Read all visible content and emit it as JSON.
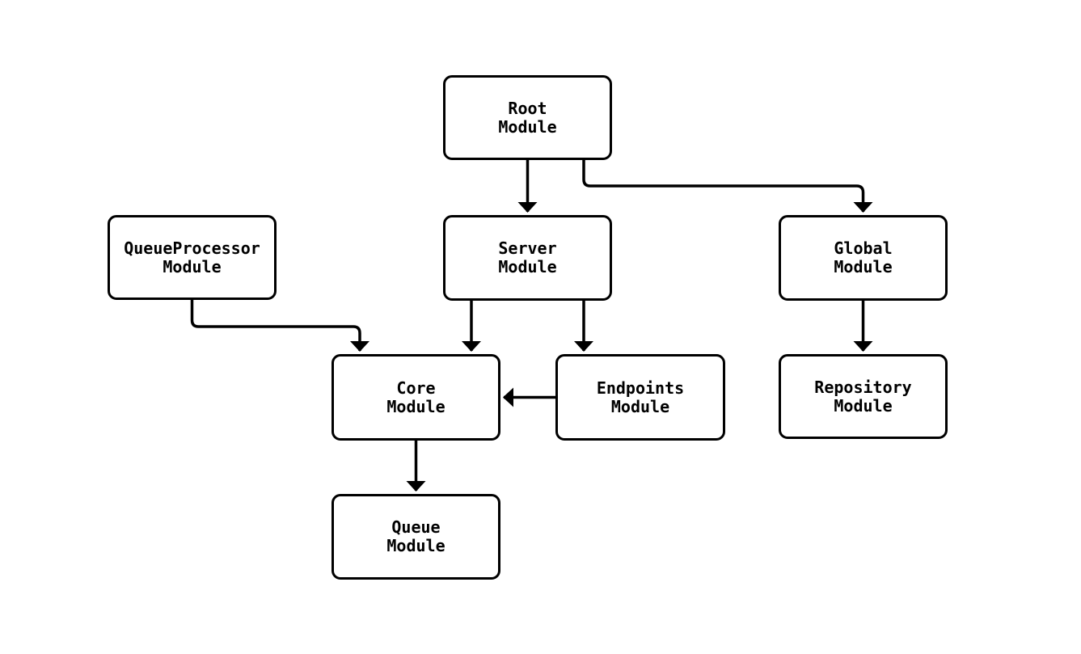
{
  "diagram": {
    "type": "flowchart",
    "background_color": "#ffffff",
    "stroke_color": "#000000",
    "node_fill_color": "#ffffff",
    "nodes": {
      "root": {
        "label": "Root\nModule"
      },
      "server": {
        "label": "Server\nModule"
      },
      "global": {
        "label": "Global\nModule"
      },
      "queueprocessor": {
        "label": "QueueProcessor\nModule"
      },
      "core": {
        "label": "Core\nModule"
      },
      "endpoints": {
        "label": "Endpoints\nModule"
      },
      "repository": {
        "label": "Repository\nModule"
      },
      "queue": {
        "label": "Queue\nModule"
      }
    },
    "edges": [
      {
        "from": "root",
        "to": "server"
      },
      {
        "from": "root",
        "to": "global"
      },
      {
        "from": "queueprocessor",
        "to": "core"
      },
      {
        "from": "server",
        "to": "core"
      },
      {
        "from": "server",
        "to": "endpoints"
      },
      {
        "from": "endpoints",
        "to": "core"
      },
      {
        "from": "global",
        "to": "repository"
      },
      {
        "from": "core",
        "to": "queue"
      }
    ]
  }
}
